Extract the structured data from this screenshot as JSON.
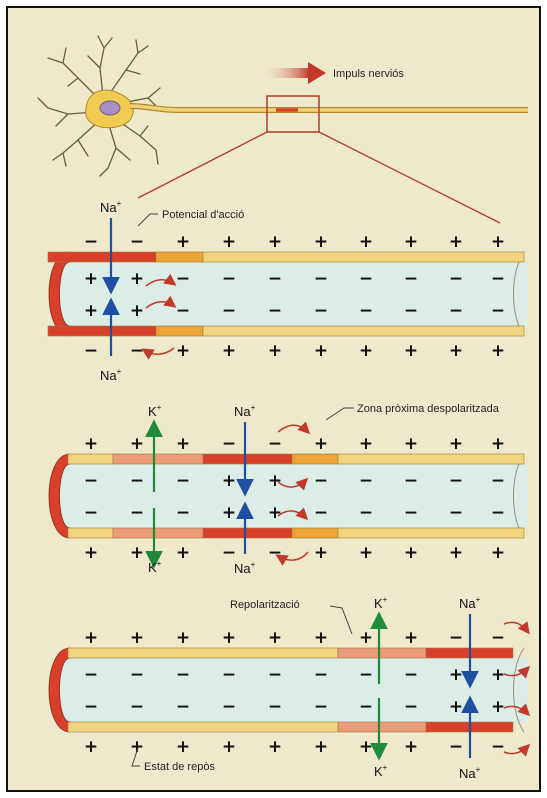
{
  "labels": {
    "impulse": "Impuls nerviós",
    "action_potential": "Potencial d'acció",
    "next_zone": "Zona pròxima despolaritzada",
    "repolarization": "Repolarització",
    "resting": "Estat de repòs"
  },
  "ions": {
    "na": "Na",
    "k": "K",
    "plus": "+"
  },
  "signs": {
    "plus": "+",
    "minus": "−"
  },
  "colors": {
    "background": "#efe9cc",
    "resting_membrane": "#f2d47e",
    "action_potential": "#d9402b",
    "depolarizing": "#eca437",
    "repolarizing": "#eb9a7a",
    "axon_inside": "#dcece6",
    "na_arrow": "#1f4fa0",
    "k_arrow": "#1e8a3b",
    "current_arrow": "#c0392b"
  },
  "icons": [
    "neuron-cell",
    "impulse-arrow-icon",
    "na-arrow-icon",
    "k-arrow-icon",
    "local-current-arrow-icon"
  ]
}
